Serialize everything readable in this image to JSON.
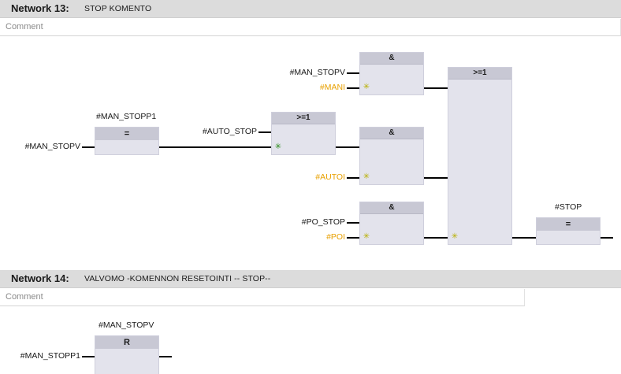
{
  "network13": {
    "title": "Network 13:",
    "description": "STOP KOMENTO",
    "comment_placeholder": "Comment",
    "coil1": {
      "operand": "#MAN_STOPP1",
      "symbol": "=",
      "input": "#MAN_STOPV"
    },
    "or1": {
      "symbol": ">=1",
      "input1": "#AUTO_STOP"
    },
    "and1": {
      "symbol": "&",
      "input1": "#MAN_STOPV",
      "input2": "#MANI"
    },
    "and2": {
      "symbol": "&",
      "input2": "#AUTOI"
    },
    "and3": {
      "symbol": "&",
      "input1": "#PO_STOP",
      "input2": "#POI"
    },
    "or2": {
      "symbol": ">=1"
    },
    "coil2": {
      "operand": "#STOP",
      "symbol": "="
    }
  },
  "network14": {
    "title": "Network 14:",
    "description": "VALVOMO -KOMENNON RESETOINTI -- STOP--",
    "comment_placeholder": "Comment",
    "reset": {
      "operand": "#MAN_STOPV",
      "symbol": "R",
      "input": "#MAN_STOPP1"
    }
  },
  "colors": {
    "header_bg": "#dcdcdc",
    "box_bg": "#e3e3ec",
    "box_head": "#c8c8d4",
    "orange_operand": "#e8a000"
  }
}
